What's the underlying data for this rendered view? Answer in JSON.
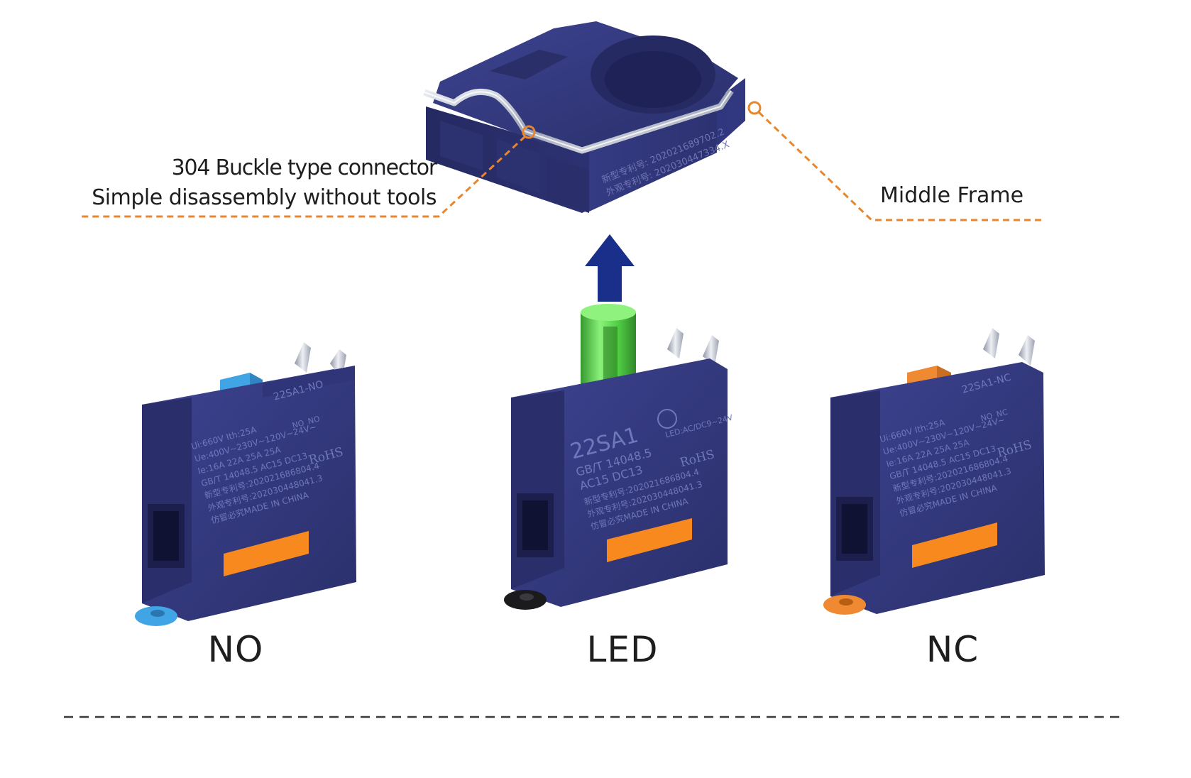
{
  "callouts": {
    "connector_line1": "304 Buckle type connector",
    "connector_line2": "Simple disassembly without tools",
    "frame": "Middle Frame"
  },
  "modules": [
    {
      "label": "NO",
      "actuator_color": "#41a4e4",
      "model_text": "22SA1-NO",
      "specs": [
        "Ui:660V  Ith:25A",
        "Ue:400V~230V~120V~24V~",
        "Ie:16A   22A   25A   25A",
        "GB/T 14048.5  AC15 DC13",
        "新型专利号:202021686804.4",
        "外观专利号:202030448041.3",
        "仿冒必究MADE IN CHINA"
      ],
      "contact_labels": [
        "NO",
        "NO"
      ],
      "cert": "RoHS"
    },
    {
      "label": "LED",
      "actuator_color": "#35c02a",
      "model_text": "22SA1",
      "specs": [
        "GB/T 14048.5",
        "AC15   DC13",
        "新型专利号:202021686804.4",
        "外观专利号:202030448041.3",
        "仿冒必究MADE IN CHINA"
      ],
      "led_spec": "LED:AC/DC9~24V",
      "cert": "RoHS"
    },
    {
      "label": "NC",
      "actuator_color": "#f08a32",
      "model_text": "22SA1-NC",
      "specs": [
        "Ui:660V  Ith:25A",
        "Ue:400V~230V~120V~24V~",
        "Ie:16A   22A   25A   25A",
        "GB/T 14048.5  AC15 DC13",
        "新型专利号:202021686804.4",
        "外观专利号:202030448041.3",
        "仿冒必究MADE IN CHINA"
      ],
      "contact_labels": [
        "NO",
        "NC"
      ],
      "cert": "RoHS"
    }
  ],
  "frame_patents": [
    "新型专利号: 202021689702.2",
    "外观专利号: 202030447334.X"
  ],
  "colors": {
    "module_blue": "#33397a",
    "callout_orange": "#e8862e",
    "arrow_blue": "#1a2f8a",
    "orange_label": "#f7891f"
  }
}
